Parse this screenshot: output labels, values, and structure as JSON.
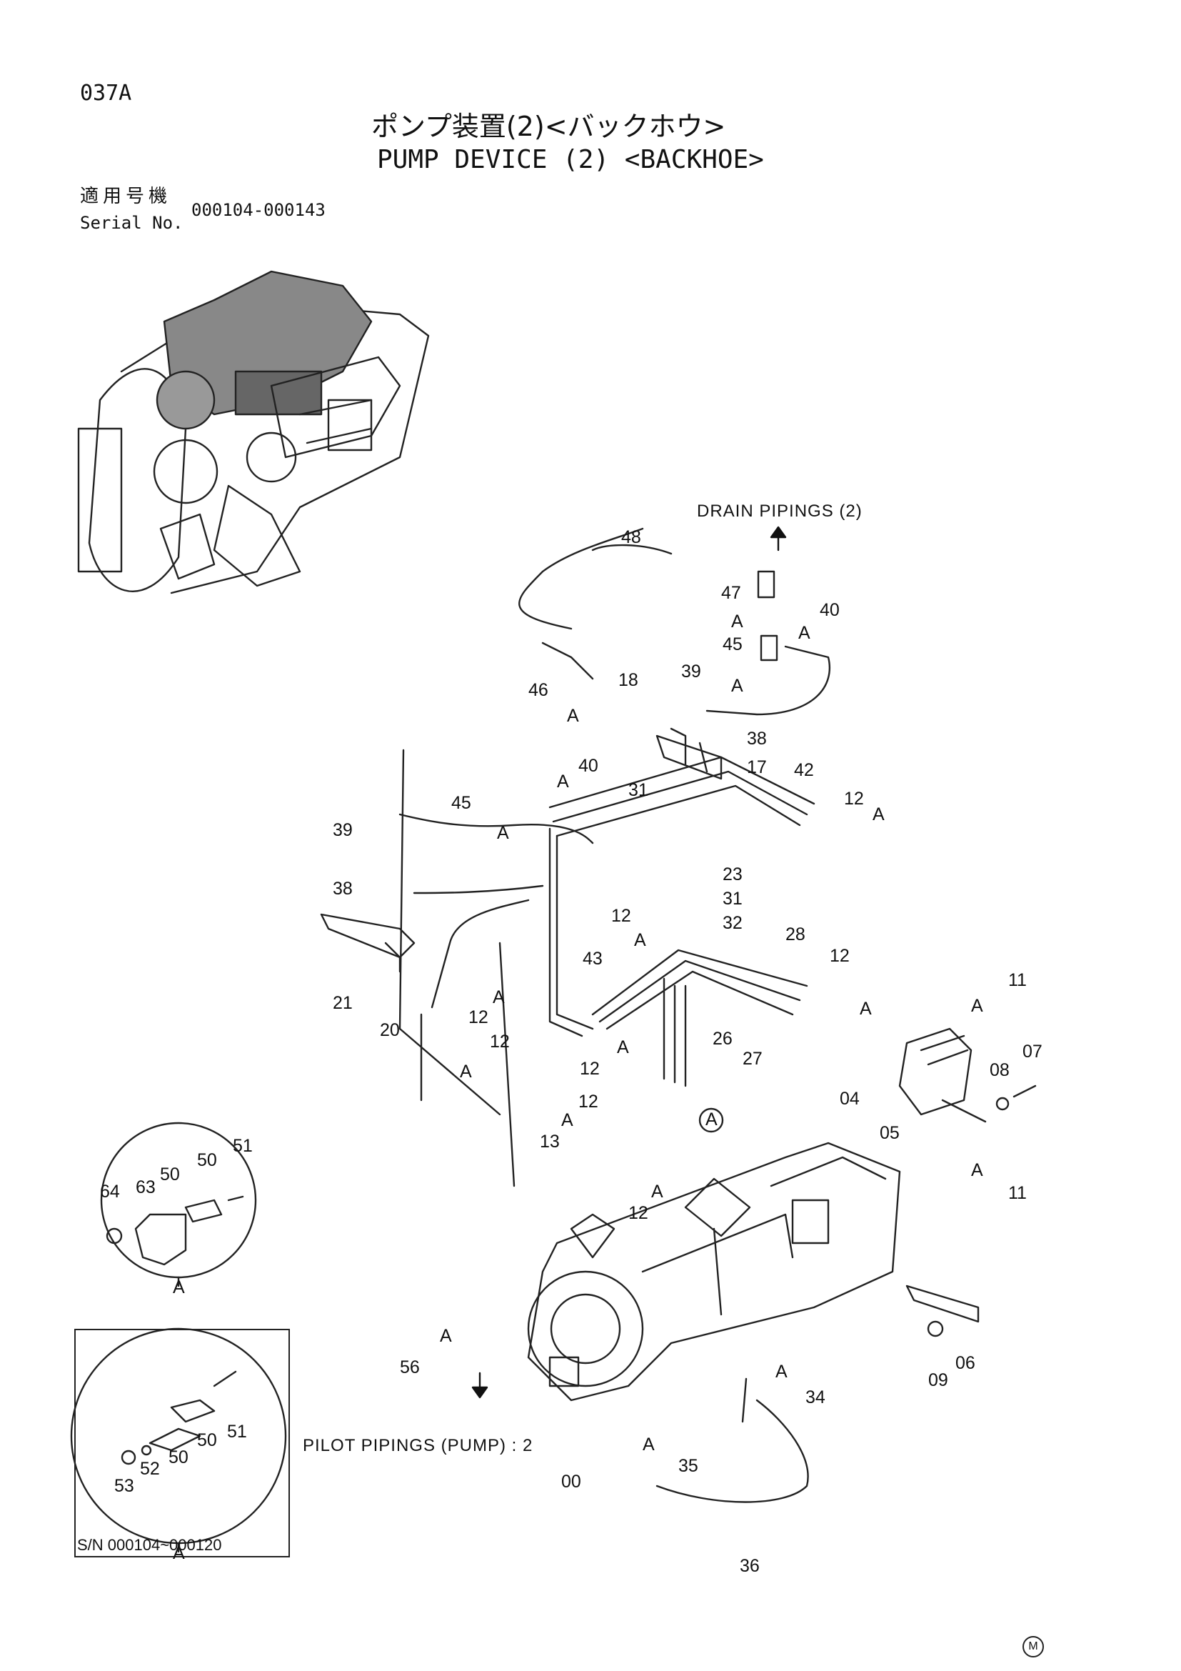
{
  "header": {
    "code": "037A",
    "title_jp": "ポンプ装置(2)<バックホウ>",
    "title_en": "PUMP DEVICE (2) <BACKHOE>",
    "serial_label_jp": "適用号機",
    "serial_label_en": "Serial No.",
    "serial_range": "000104-000143"
  },
  "notes": {
    "drain": "DRAIN PIPINGS (2)",
    "pilot": "PILOT PIPINGS (PUMP) : 2",
    "sn_box": "S/N 000104~000120",
    "mark": "M"
  },
  "callouts": [
    "48",
    "47",
    "40",
    "45",
    "39",
    "46",
    "18",
    "38",
    "17",
    "42",
    "40",
    "31",
    "45",
    "12",
    "39",
    "23",
    "31",
    "38",
    "32",
    "12",
    "28",
    "43",
    "21",
    "20",
    "12",
    "12",
    "12",
    "11",
    "12",
    "26",
    "27",
    "07",
    "08",
    "04",
    "05",
    "13",
    "12",
    "11",
    "12",
    "06",
    "09",
    "56",
    "34",
    "00",
    "35",
    "36",
    "64",
    "63",
    "50",
    "50",
    "51",
    "51",
    "50",
    "50",
    "52",
    "53"
  ],
  "a_label": "A",
  "icons": [
    "arrow-up-icon",
    "arrow-down-icon",
    "engine-thumbnail-icon",
    "detail-circle-icon"
  ]
}
